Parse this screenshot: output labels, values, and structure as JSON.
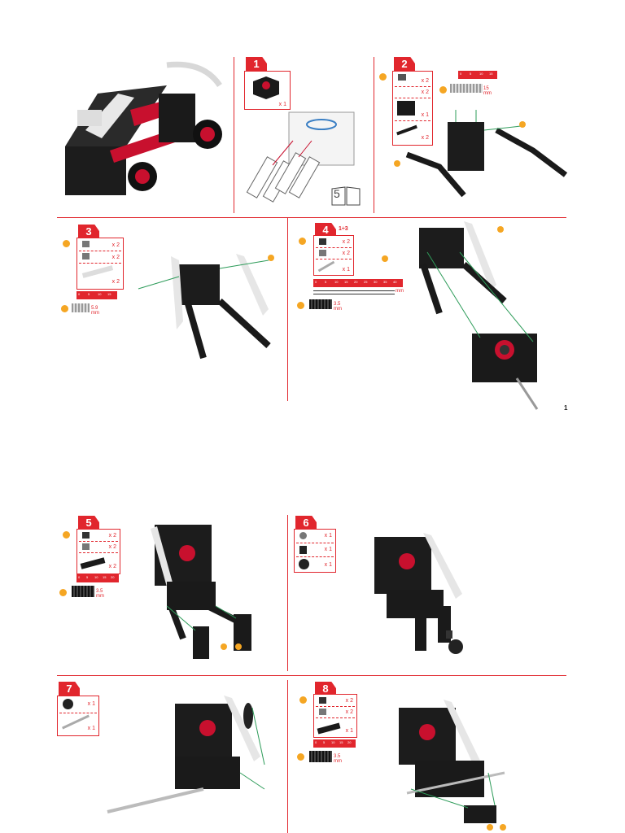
{
  "page_number": "1",
  "steps": {
    "s1": {
      "num": "1",
      "qty": [
        "x 1"
      ]
    },
    "s2": {
      "num": "2",
      "qty": [
        "x 2",
        "x 2",
        "x 1",
        "x 2"
      ],
      "ruler": [
        "0",
        "5",
        "10",
        "15"
      ],
      "size": "15 mm"
    },
    "s3": {
      "num": "3",
      "qty": [
        "x 2",
        "x 2",
        "x 2"
      ],
      "ruler": [
        "0",
        "5",
        "10",
        "15"
      ],
      "size": "5.9 mm"
    },
    "s4": {
      "num": "4",
      "sub": "1÷3",
      "qty": [
        "x 2",
        "x 2",
        "x 1"
      ],
      "ruler": [
        "0",
        "5",
        "10",
        "15",
        "20",
        "25",
        "30",
        "35",
        "40"
      ],
      "size": "3.5 mm",
      "rod_label": "mm"
    },
    "s5": {
      "num": "5",
      "qty": [
        "x 2",
        "x 2",
        "x 2"
      ],
      "ruler": [
        "0",
        "5",
        "10",
        "15",
        "20"
      ],
      "size": "3.5 mm"
    },
    "s6": {
      "num": "6",
      "qty": [
        "x 1",
        "x 1",
        "x 1"
      ]
    },
    "s7": {
      "num": "7",
      "qty": [
        "x 1",
        "x 1"
      ]
    },
    "s8": {
      "num": "8",
      "qty": [
        "x 2",
        "x 2",
        "x 1"
      ],
      "ruler": [
        "0",
        "5",
        "10",
        "15",
        "20"
      ],
      "size": "3.5 mm"
    }
  },
  "book_ref": "5",
  "colors": {
    "accent": "#e1262d",
    "screw_dot": "#f5a623",
    "part_dark": "#222222",
    "wire": "#2e9c5a"
  }
}
